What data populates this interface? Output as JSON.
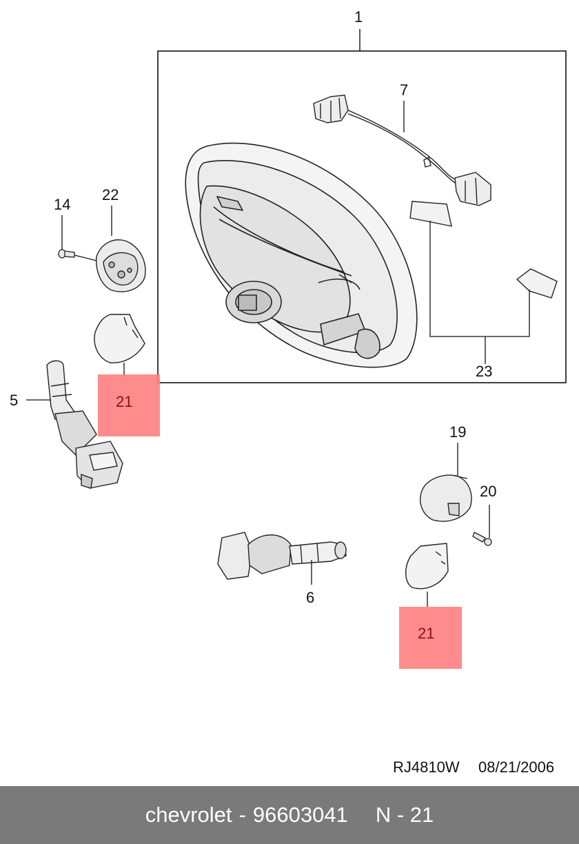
{
  "callouts": {
    "c1": "1",
    "c7": "7",
    "c14": "14",
    "c22": "22",
    "c23": "23",
    "c5": "5",
    "c19": "19",
    "c20": "20",
    "c6": "6"
  },
  "highlights": {
    "h21a": "21",
    "h21b": "21"
  },
  "highlight_color": "#ff8080",
  "footer": {
    "drawing_code": "RJ4810W",
    "date": "08/21/2006"
  },
  "banner": {
    "brand": "chevrolet",
    "separator": "-",
    "part_number": "96603041",
    "position_label": "N - 21"
  }
}
